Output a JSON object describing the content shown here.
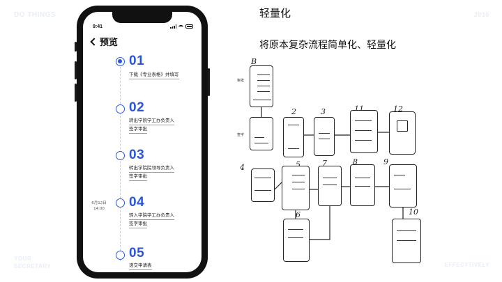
{
  "corners": {
    "top_left": "DO THINGS",
    "top_right": "2016",
    "bottom_left_1": "YOUR",
    "bottom_left_2": "SECRETARY",
    "bottom_right": "EFFECTTIVELY"
  },
  "slide": {
    "title": "轻量化",
    "subtitle": "将原本复杂流程简单化、轻量化"
  },
  "phone": {
    "status_time": "9:41",
    "nav_title": "预览",
    "steps": [
      {
        "num": "01",
        "lines": [
          "下载《专业表格》并填写"
        ],
        "active": true
      },
      {
        "num": "02",
        "lines": [
          "转出学院学工办负责人",
          "签字审批"
        ],
        "active": false
      },
      {
        "num": "03",
        "lines": [
          "转出学院院领导负责人",
          "签字审批"
        ],
        "active": false
      },
      {
        "num": "04",
        "lines": [
          "转入学院学工办负责人",
          "签字审批"
        ],
        "active": false,
        "date": "6月12日",
        "time": "14:00"
      },
      {
        "num": "05",
        "lines": [
          "递交申请表"
        ],
        "active": false
      }
    ]
  },
  "sketch": {
    "labels": [
      "B",
      "2",
      "3",
      "11",
      "12",
      "4",
      "5",
      "7",
      "8",
      "9",
      "6",
      "10"
    ],
    "side_notes": [
      "审批",
      "签字"
    ]
  }
}
